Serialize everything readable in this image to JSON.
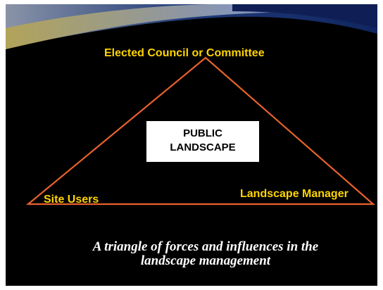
{
  "diagram": {
    "vertex_top": "Elected Council or Committee",
    "vertex_left": "Site Users",
    "vertex_right": "Landscape Manager",
    "center_line_1": "PUBLIC",
    "center_line_2": "LANDSCAPE",
    "caption": "A triangle of forces and influences in the\nlandscape management"
  },
  "colors": {
    "background": "#000000",
    "frame": "#ffffff",
    "label_text": "#ffd400",
    "caption_text": "#ffffff",
    "triangle_stroke": "#e8622c",
    "center_fill": "#ffffff",
    "swoosh": "#1f3a78"
  }
}
